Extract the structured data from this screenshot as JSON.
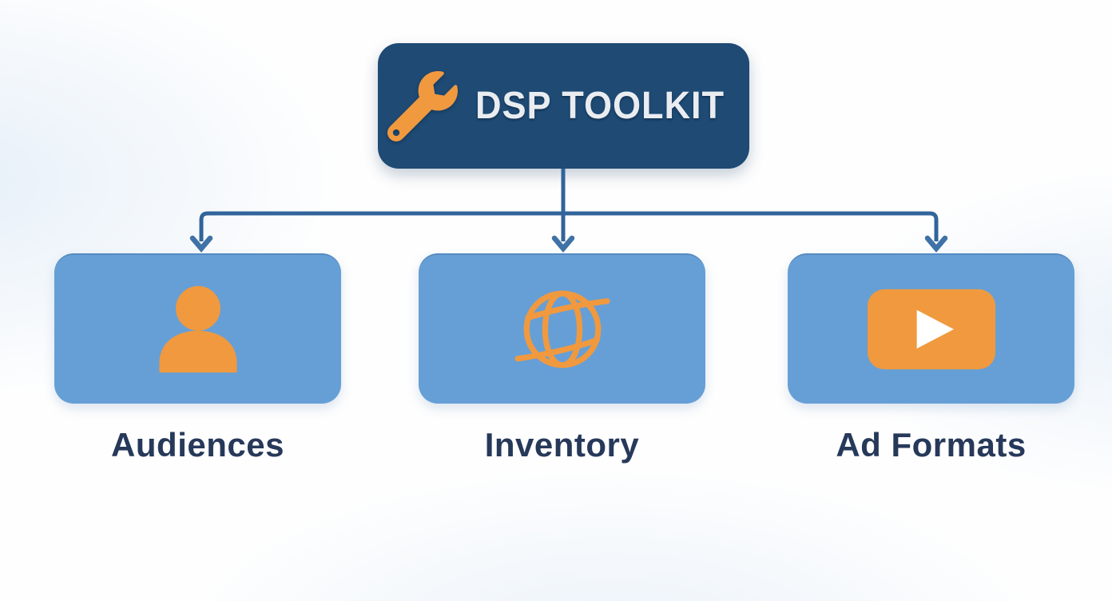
{
  "diagram": {
    "title": "DSP Toolkit hierarchy diagram",
    "root": {
      "label": "DSP TOOLKIT",
      "icon": "wrench-icon"
    },
    "children": [
      {
        "id": "audiences",
        "label": "Audiences",
        "icon": "person-icon"
      },
      {
        "id": "inventory",
        "label": "Inventory",
        "icon": "globe-icon"
      },
      {
        "id": "ad-formats",
        "label": "Ad Formats",
        "icon": "play-video-icon"
      }
    ],
    "colors": {
      "root_bg": "#1e4a74",
      "child_bg": "#669fd6",
      "icon_orange": "#f0993f",
      "connector": "#31649a",
      "connector_arrow": "#3f72a6",
      "root_text": "#e9ecf0",
      "label_text": "#27395a"
    }
  }
}
